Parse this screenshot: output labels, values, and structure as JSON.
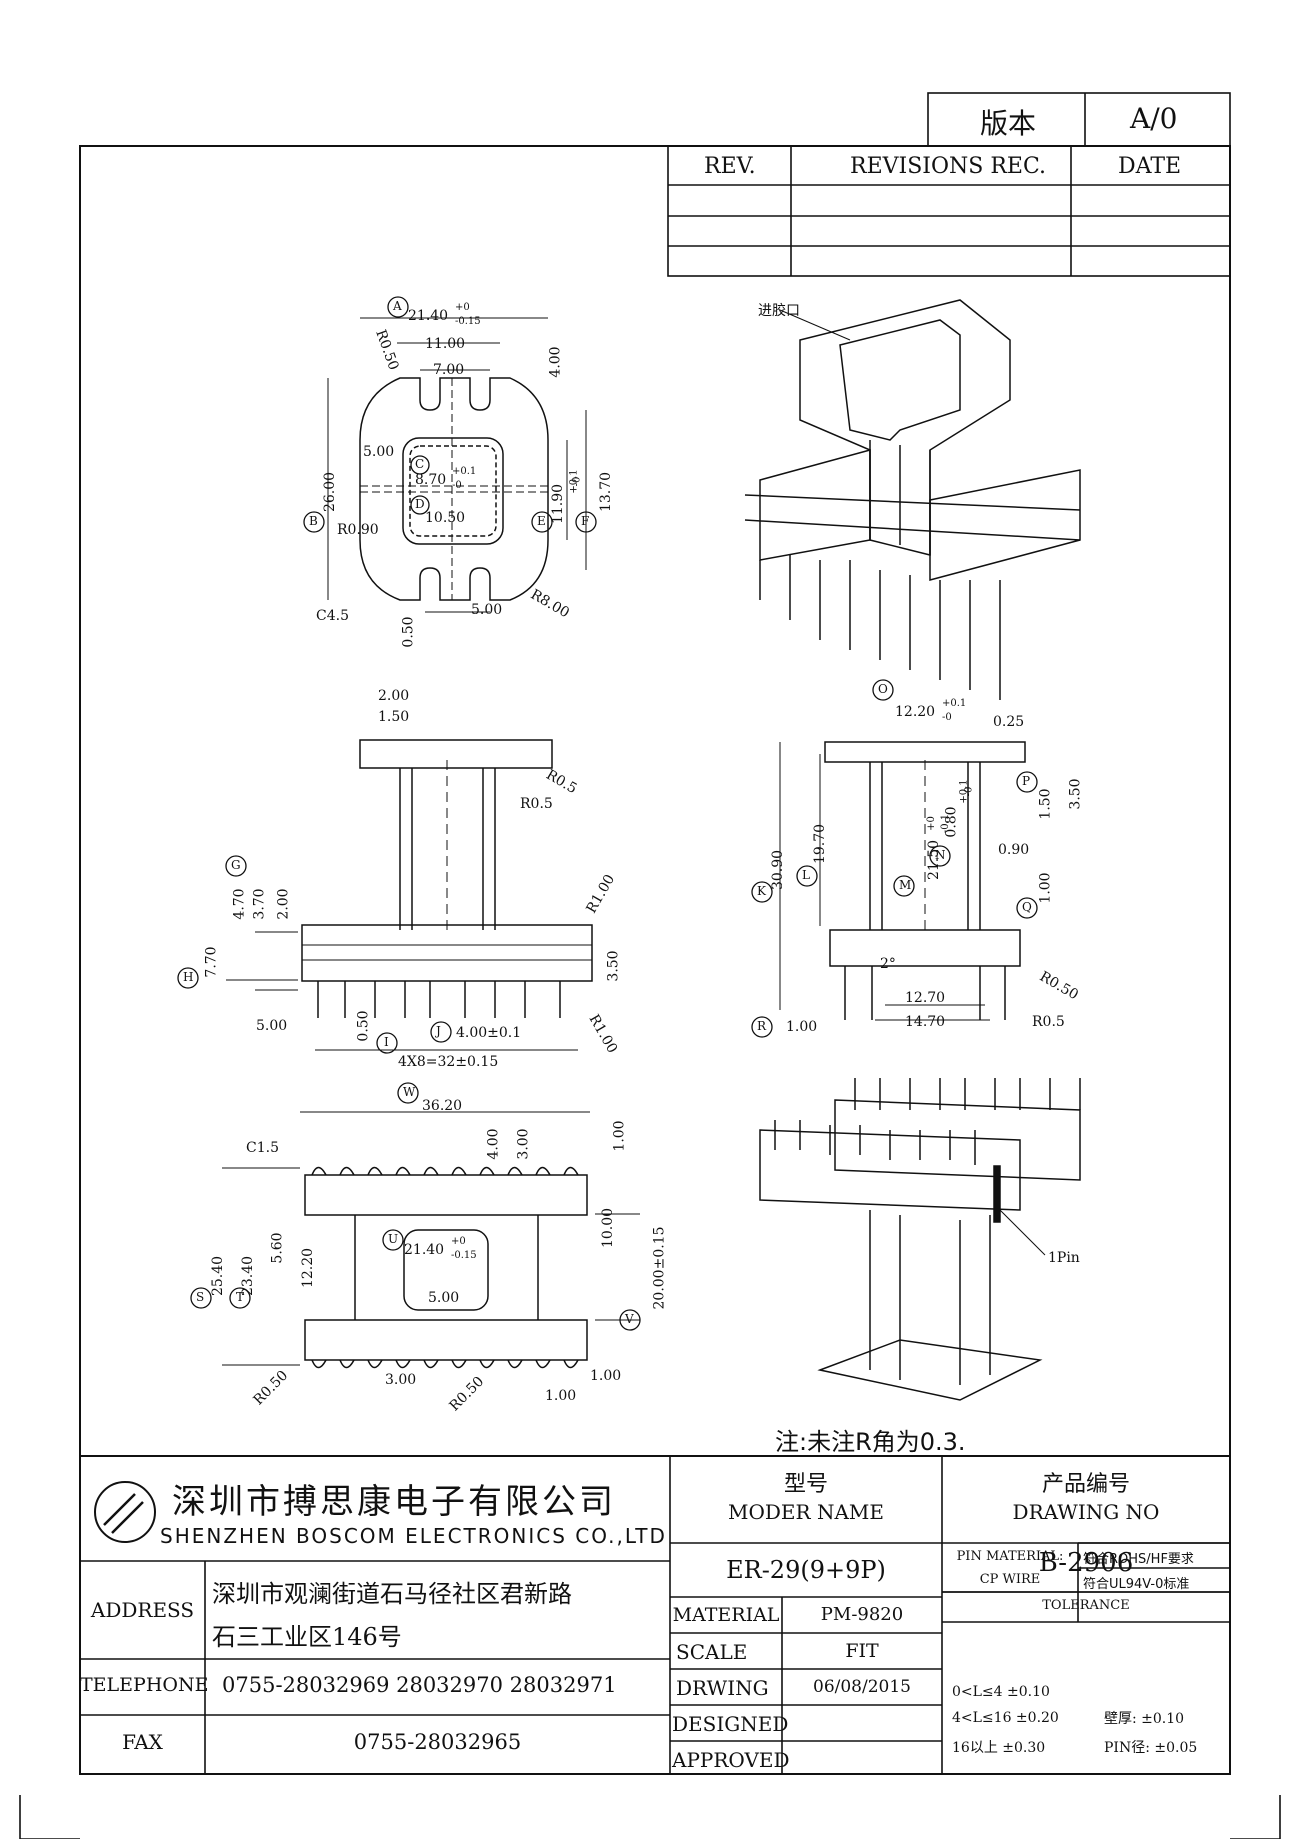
{
  "version_box": {
    "label": "版本",
    "value": "A/0"
  },
  "revisions": {
    "headers": [
      "REV.",
      "REVISIONS REC.",
      "DATE"
    ]
  },
  "view_top": {
    "dims": [
      "21.40",
      "+0",
      "-0.15",
      "R0.50",
      "11.00",
      "7.00",
      "4.00",
      "5.00",
      "8.70",
      "+0.1",
      "-0",
      "10.50",
      "11.90",
      "+0.1",
      "-0",
      "13.70",
      "26.00",
      "R0.90",
      "C4.5",
      "0.50",
      "5.00",
      "R8.00"
    ],
    "markers": [
      "A",
      "B",
      "C",
      "D",
      "E",
      "F"
    ]
  },
  "view_iso1": {
    "gate_label": "进胶口"
  },
  "view_front": {
    "dims": [
      "2.00",
      "1.50",
      "R0.5",
      "R0.5",
      "4.70",
      "3.70",
      "2.00",
      "R1.00",
      "7.70",
      "3.50",
      "5.00",
      "0.50",
      "4.00±0.1",
      "R1.00",
      "4X8=32±0.15"
    ],
    "markers": [
      "G",
      "H",
      "I",
      "J"
    ]
  },
  "view_side": {
    "dims": [
      "12.20",
      "+0.1",
      "-0",
      "0.25",
      "1.50",
      "3.50",
      "30.90",
      "19.70",
      "21.50",
      "+0",
      "-0.1",
      "0.80",
      "+0.1",
      "-0",
      "0.90",
      "1.00",
      "2°",
      "R0.50",
      "12.70",
      "14.70",
      "R0.5",
      "1.00"
    ],
    "markers": [
      "O",
      "P",
      "K",
      "L",
      "M",
      "N",
      "Q",
      "R"
    ]
  },
  "view_bottom": {
    "dims": [
      "36.20",
      "C1.5",
      "4.00",
      "3.00",
      "1.00",
      "5.60",
      "12.20",
      "10.00",
      "20.00±0.15",
      "25.40",
      "23.40",
      "21.40",
      "+0",
      "-0.15",
      "5.00",
      "R0.50",
      "3.00",
      "R0.50",
      "1.00",
      "1.00"
    ],
    "markers": [
      "W",
      "U",
      "S",
      "T",
      "V"
    ]
  },
  "view_iso2": {
    "pin_label": "1Pin"
  },
  "note": "注:未注R角为0.3.",
  "company": {
    "name_cn": "深圳市搏思康电子有限公司",
    "name_en": "SHENZHEN BOSCOM ELECTRONICS CO.,LTD"
  },
  "address": {
    "label": "ADDRESS",
    "line1": "深圳市观澜街道石马径社区君新路",
    "line2": "石三工业区146号"
  },
  "telephone": {
    "label": "TELEPHONE",
    "value": "0755-28032969 28032970 28032971"
  },
  "fax": {
    "label": "FAX",
    "value": "0755-28032965"
  },
  "model": {
    "label_cn": "型号",
    "label_en": "MODER NAME",
    "value": "ER-29(9+9P)"
  },
  "drawing_no": {
    "label_cn": "产品编号",
    "label_en": "DRAWING NO",
    "value": "B-2906"
  },
  "material": {
    "label": "MATERIAL",
    "value": "PM-9820"
  },
  "scale": {
    "label": "SCALE",
    "value": "FIT"
  },
  "drawing": {
    "label": "DRWING",
    "value": "06/08/2015"
  },
  "designed": {
    "label": "DESIGNED"
  },
  "approved": {
    "label": "APPROVED"
  },
  "pin_material": {
    "label1": "PIN MATERIAL:",
    "label2": "CP WIRE",
    "req1": "符合ROHS/HF要求",
    "req2": "符合UL94V-0标准"
  },
  "tolerance": {
    "title": "TOLERANCE",
    "rows": [
      "0<L≤4 ±0.10",
      "4<L≤16 ±0.20",
      "16以上 ±0.30"
    ],
    "wall": "壁厚: ±0.10",
    "pin": "PIN径: ±0.05"
  }
}
